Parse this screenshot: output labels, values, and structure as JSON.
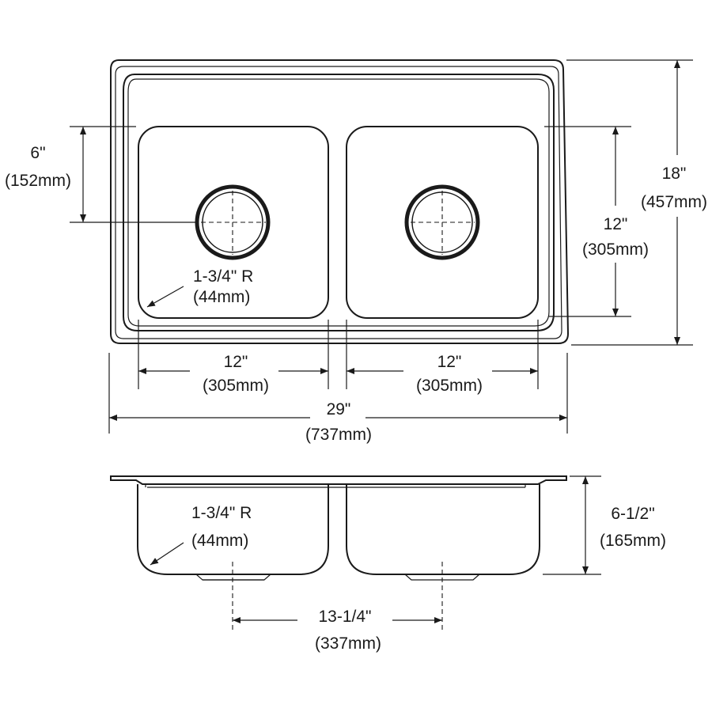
{
  "top_view": {
    "label_6in": "6\"",
    "label_152mm": "(152mm)",
    "label_left_radius": "1-3/4\" R",
    "label_left_radius_mm": "(44mm)",
    "label_bowl_left_width": "12\"",
    "label_bowl_left_width_mm": "(305mm)",
    "label_bowl_right_width": "12\"",
    "label_bowl_right_width_mm": "(305mm)",
    "label_overall_width": "29\"",
    "label_overall_width_mm": "(737mm)",
    "label_bowl_length": "12\"",
    "label_bowl_length_mm": "(305mm)",
    "label_overall_length": "18\"",
    "label_overall_length_mm": "(457mm)"
  },
  "side_view": {
    "label_radius": "1-3/4\" R",
    "label_radius_mm": "(44mm)",
    "label_depth": "6-1/2\"",
    "label_depth_mm": "(165mm)",
    "label_drain_spacing": "13-1/4\"",
    "label_drain_spacing_mm": "(337mm)"
  }
}
